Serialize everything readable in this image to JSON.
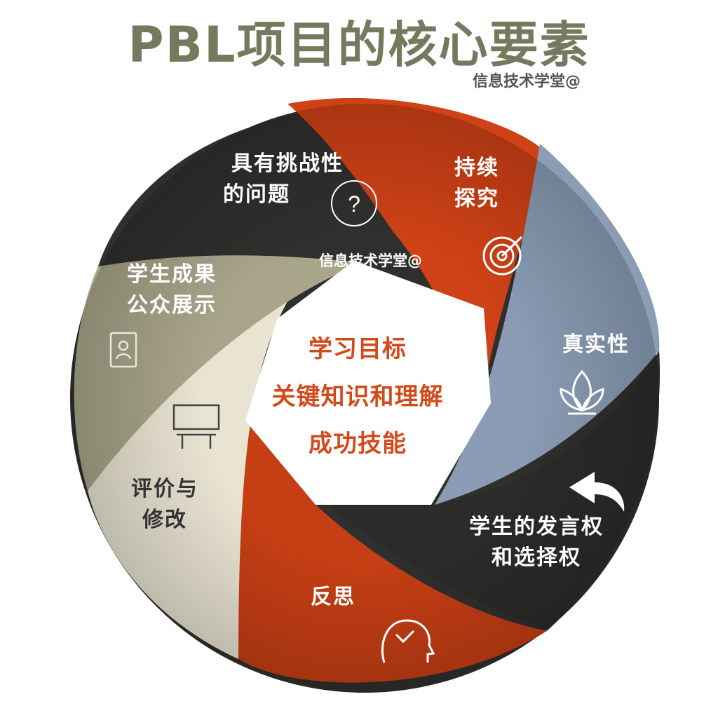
{
  "title": "PBL项目的核心要素",
  "watermark": "信息技术学堂@",
  "segments": {
    "challenging": {
      "line1": "具有挑战性",
      "line2": "的问题",
      "color": "#2f2f2d",
      "icon": "question-icon"
    },
    "inquiry": {
      "line1": "持续",
      "line2": "探究",
      "color": "#cf4116",
      "icon": "target-icon"
    },
    "authenticity": {
      "line1": "真实性",
      "color": "#8a9db5",
      "icon": "lotus-icon"
    },
    "voice": {
      "line1": "学生的发言权",
      "line2": "和选择权",
      "color": "#2b2b29",
      "icon": "return-arrow-icon"
    },
    "reflection": {
      "line1": "反思",
      "color": "#c63e14",
      "icon": "brain-head-icon"
    },
    "critique": {
      "line1": "评价与",
      "line2": "修改",
      "color": "#e9e4d2",
      "icon": "billboard-icon"
    },
    "product": {
      "line1": "学生成果",
      "line2": "公众展示",
      "color": "#a8a58a",
      "icon": "profile-card-icon"
    }
  },
  "center": {
    "line1": "学习目标",
    "line2": "关键知识和理解",
    "line3": "成功技能"
  }
}
